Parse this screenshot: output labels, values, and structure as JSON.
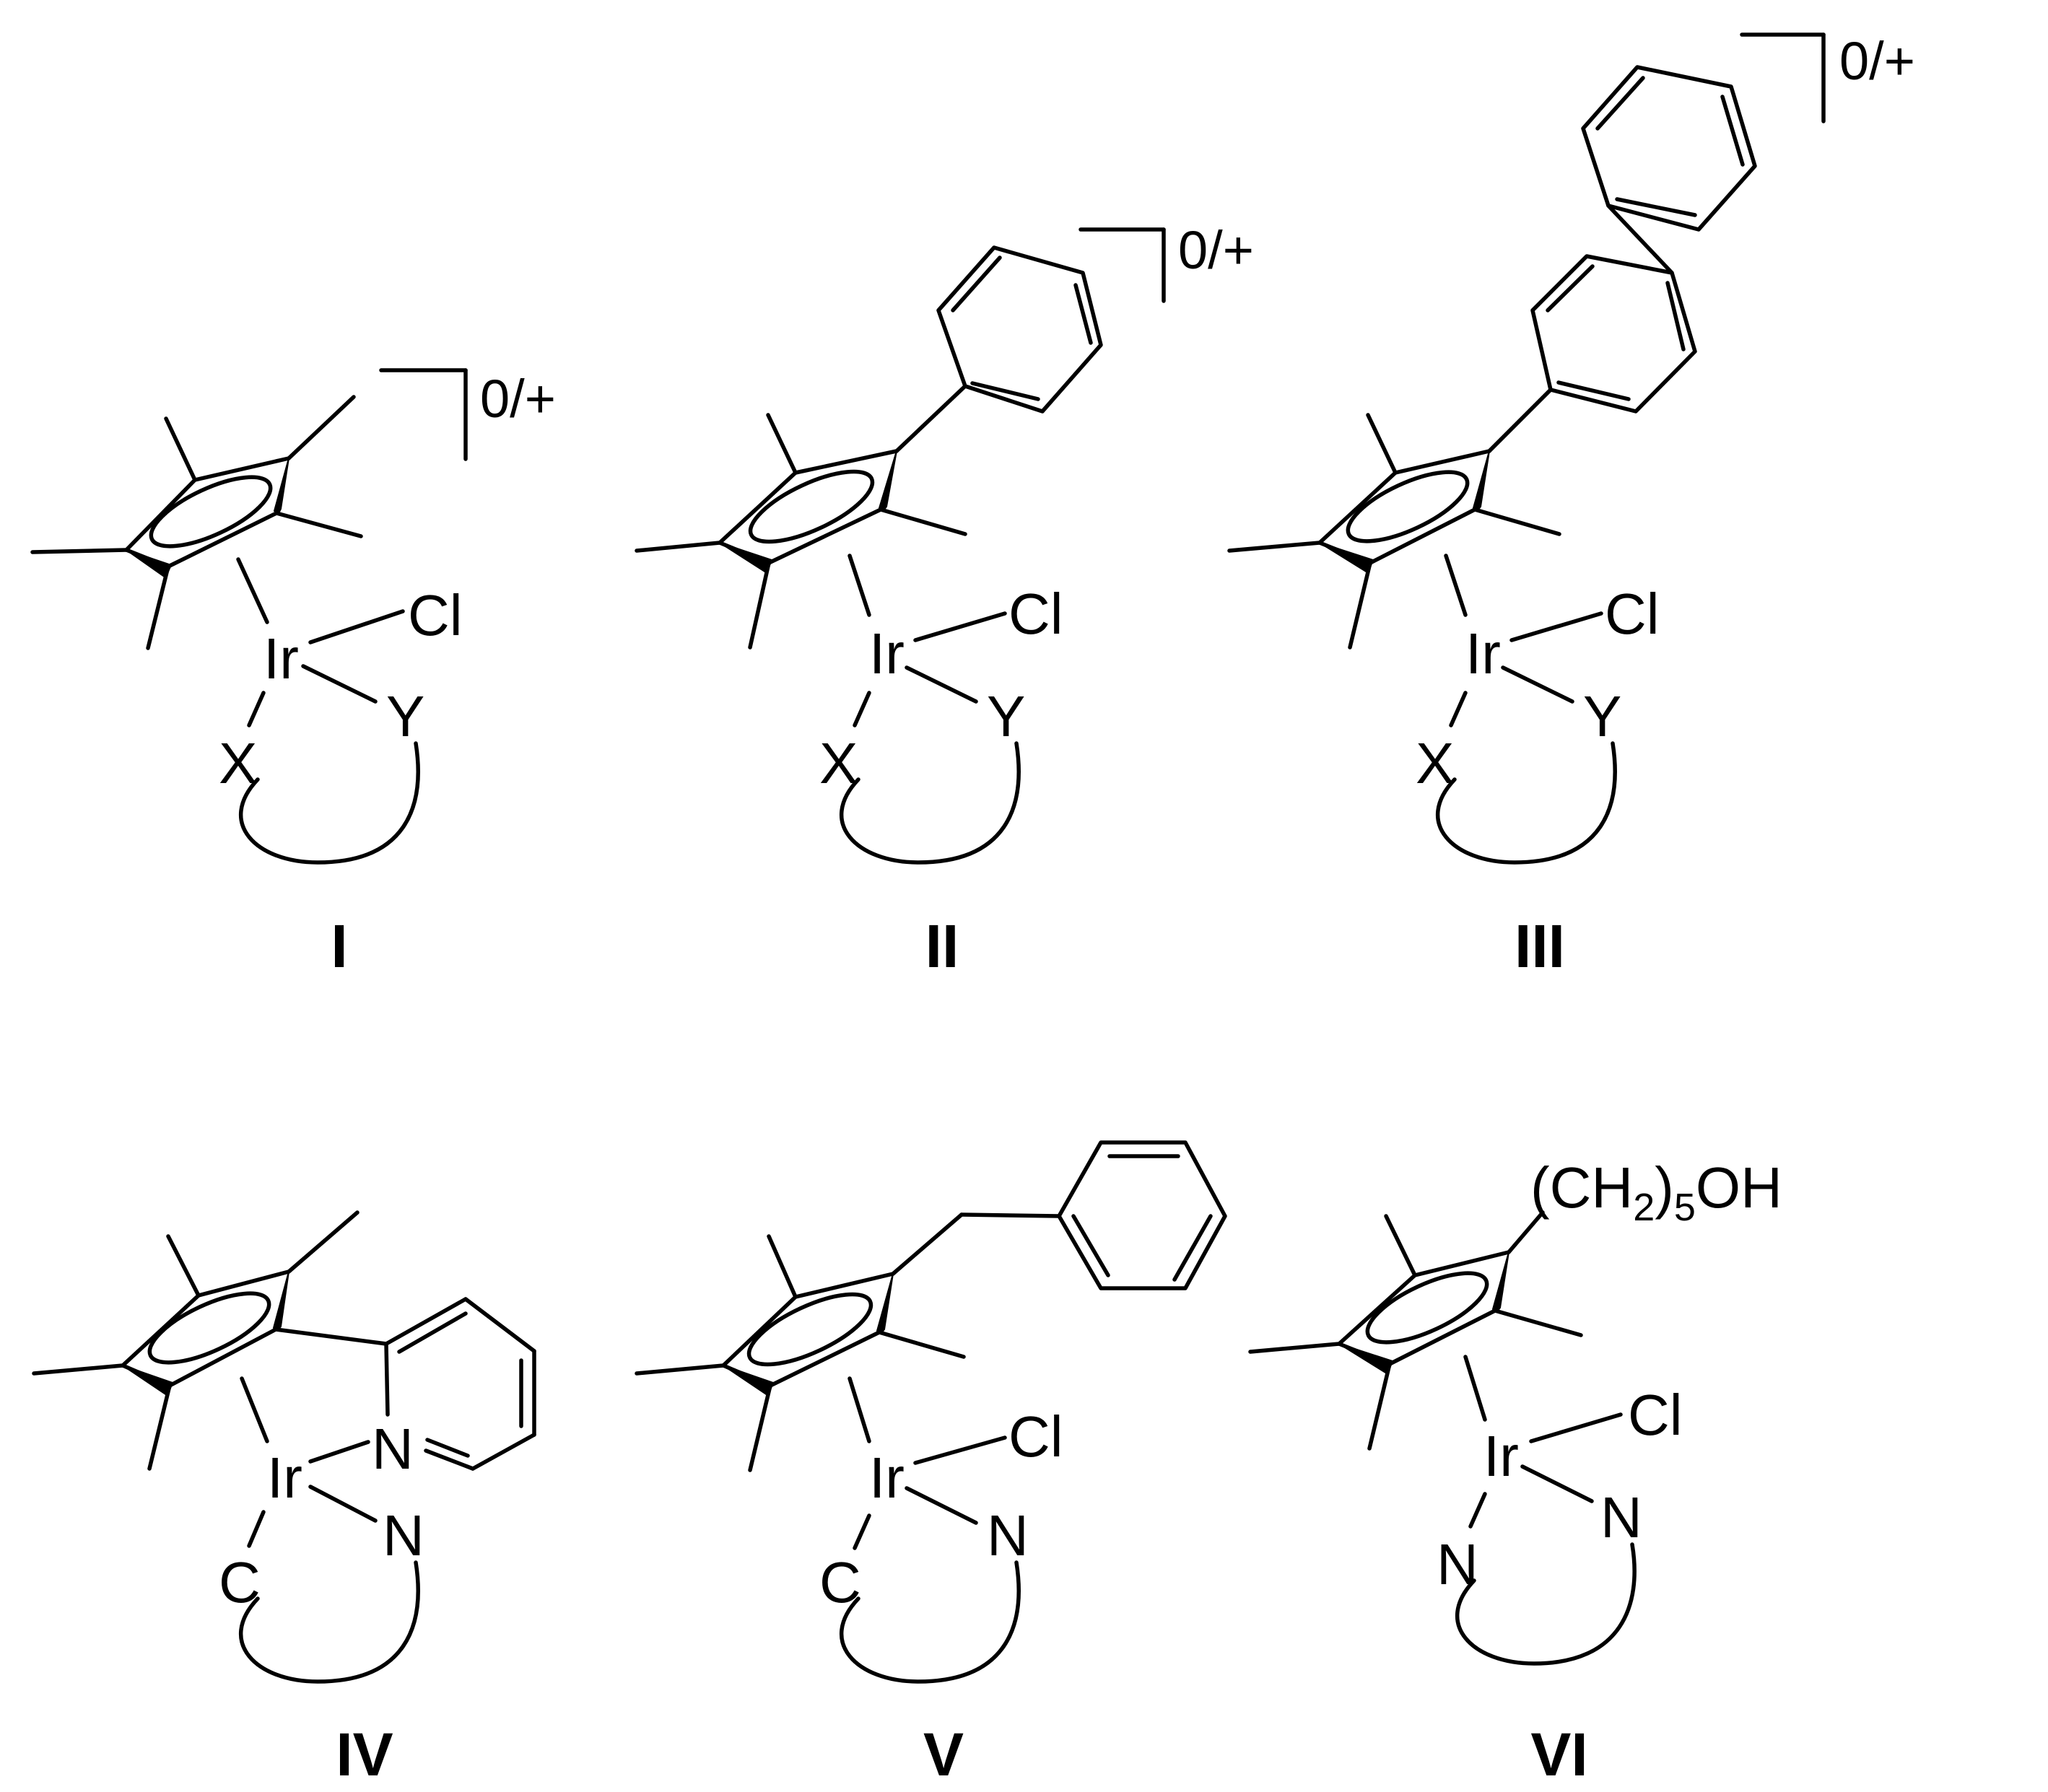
{
  "compounds": [
    {
      "id": "I",
      "label": "I",
      "substituent": "methyl",
      "charge": "0/+",
      "metal": "Ir",
      "ligand_top": "Cl",
      "donor_left": "X",
      "donor_right": "Y"
    },
    {
      "id": "II",
      "label": "II",
      "substituent": "phenyl",
      "charge": "0/+",
      "metal": "Ir",
      "ligand_top": "Cl",
      "donor_left": "X",
      "donor_right": "Y"
    },
    {
      "id": "III",
      "label": "III",
      "substituent": "biphenyl",
      "charge": "0/+",
      "metal": "Ir",
      "ligand_top": "Cl",
      "donor_left": "X",
      "donor_right": "Y"
    },
    {
      "id": "IV",
      "label": "IV",
      "substituent": "2-pyridyl",
      "metal": "Ir",
      "ligand_top": "N",
      "donor_left": "C",
      "donor_right": "N"
    },
    {
      "id": "V",
      "label": "V",
      "substituent": "benzyl",
      "metal": "Ir",
      "ligand_top": "Cl",
      "donor_left": "C",
      "donor_right": "N"
    },
    {
      "id": "VI",
      "label": "VI",
      "substituent": "(CH2)5OH",
      "metal": "Ir",
      "ligand_top": "Cl",
      "donor_left": "N",
      "donor_right": "N",
      "chain_text": {
        "open": "(CH",
        "sub1": "2",
        "close": ")",
        "sub2": "5",
        "tail": "OH"
      }
    }
  ]
}
